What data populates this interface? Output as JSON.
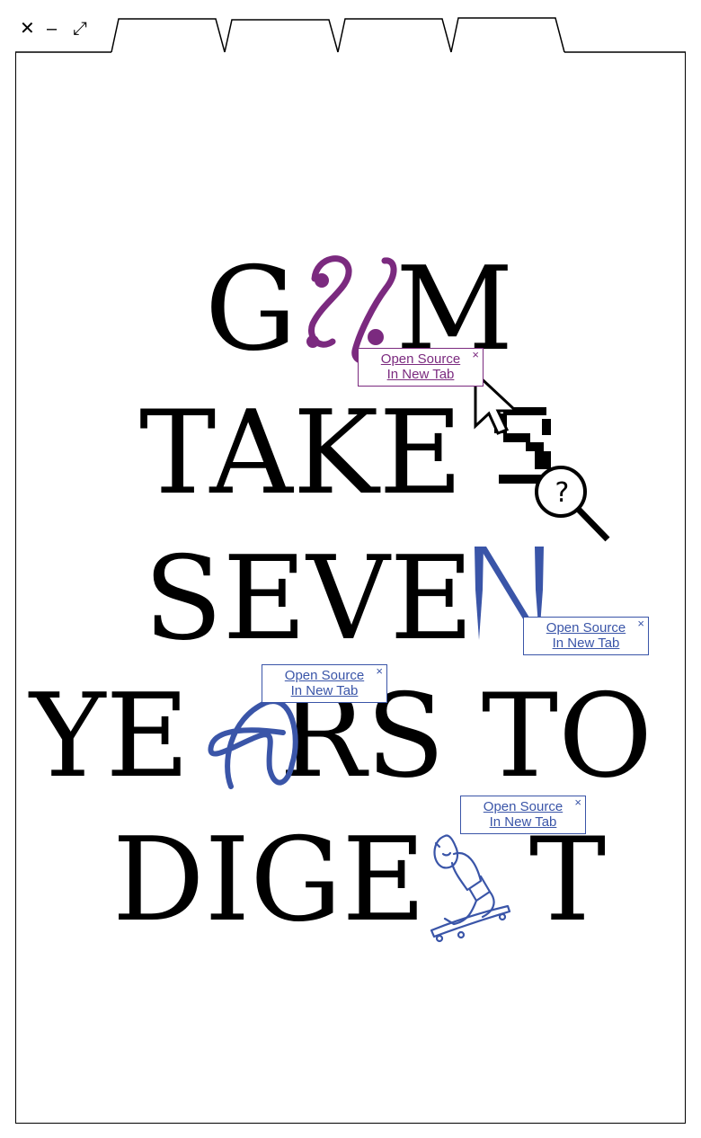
{
  "window": {
    "close_icon": "✕",
    "minimize_icon": "–",
    "expand_icon": "⤢",
    "tabs": [
      "",
      "",
      "",
      ""
    ]
  },
  "poster": {
    "line1": {
      "a": "G",
      "b": "M"
    },
    "line2": {
      "a": "TAKE"
    },
    "line3": {
      "a": "SEVE"
    },
    "line4": {
      "a": "YE",
      "b": "RS TO"
    },
    "line5": {
      "a": "DIGE",
      "b": "T"
    }
  },
  "popups": [
    {
      "line1": "Open Source",
      "line2": "In New Tab",
      "close": "×",
      "color": "#7b2a7f"
    },
    {
      "line1": "Open Source",
      "line2": "In New Tab",
      "close": "×",
      "color": "#3a55a8"
    },
    {
      "line1": "Open Source",
      "line2": "In New Tab",
      "close": "×",
      "color": "#3a55a8"
    },
    {
      "line1": "Open Source",
      "line2": "In New Tab",
      "close": "×",
      "color": "#3a55a8"
    }
  ],
  "colors": {
    "purple": "#7b2a7f",
    "blue": "#3a55a8",
    "ink": "#000000"
  }
}
